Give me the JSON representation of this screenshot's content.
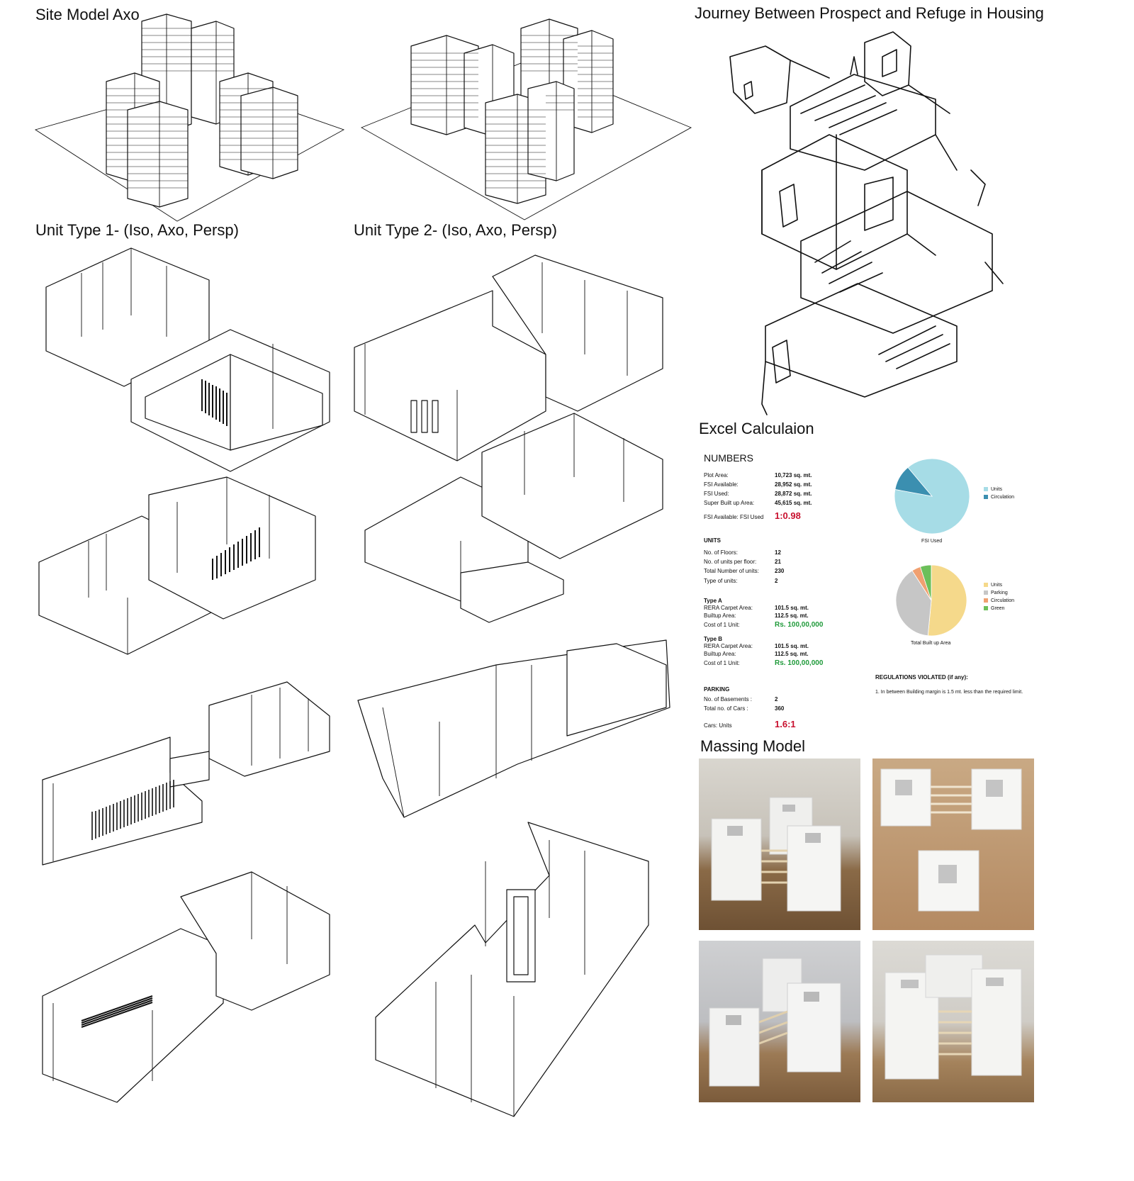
{
  "titles": {
    "site_model": "Site Model Axo",
    "journey": "Journey Between Prospect and Refuge in Housing",
    "unit1": "Unit Type 1- (Iso, Axo, Persp)",
    "unit2": "Unit Type 2- (Iso, Axo, Persp)",
    "excel": "Excel Calculaion",
    "massing": "Massing Model"
  },
  "excel": {
    "numbers_head": "NUMBERS",
    "numbers": [
      {
        "label": "Plot Area:",
        "value": "10,723 sq. mt."
      },
      {
        "label": "FSI Available:",
        "value": "28,952 sq. mt."
      },
      {
        "label": "FSI Used:",
        "value": "28,872 sq. mt."
      },
      {
        "label": "Super Built up Area:",
        "value": "45,615 sq. mt."
      }
    ],
    "fsi_ratio_label": "FSI Available: FSI Used",
    "fsi_ratio_value": "1:0.98",
    "units_head": "UNITS",
    "units": [
      {
        "label": "No. of Floors:",
        "value": "12"
      },
      {
        "label": "No. of units per floor:",
        "value": "21"
      },
      {
        "label": "Total Number of units:",
        "value": "230"
      },
      {
        "label": "Type of units:",
        "value": "2"
      }
    ],
    "type_a": {
      "head": "Type A",
      "rows": [
        {
          "label": "RERA Carpet Area:",
          "value": "101.5 sq. mt."
        },
        {
          "label": "Builtup Area:",
          "value": "112.5 sq. mt."
        }
      ],
      "cost_label": "Cost of 1 Unit:",
      "cost_value": "Rs. 100,00,000"
    },
    "type_b": {
      "head": "Type B",
      "rows": [
        {
          "label": "RERA Carpet Area:",
          "value": "101.5 sq. mt."
        },
        {
          "label": "Builtup Area:",
          "value": "112.5 sq. mt."
        }
      ],
      "cost_label": "Cost of 1 Unit:",
      "cost_value": "Rs. 100,00,000"
    },
    "parking_head": "PARKING",
    "parking": [
      {
        "label": "No. of Basements :",
        "value": "2"
      },
      {
        "label": "Total no. of Cars :",
        "value": "360"
      }
    ],
    "cars_ratio_label": "Cars: Units",
    "cars_ratio_value": "1.6:1",
    "regulations_head": "REGULATIONS VIOLATED (if any):",
    "regulations_text": "1. In between Building margin is 1.5 mt. less than the required limit."
  },
  "chart_data": [
    {
      "type": "pie",
      "title": "FSI Used",
      "labels": [
        "Units",
        "Circulation"
      ],
      "values": [
        89,
        11
      ],
      "colors": [
        "#a6dce6",
        "#3b8fb0"
      ]
    },
    {
      "type": "pie",
      "title": "Total Built up Area",
      "labels": [
        "Units",
        "Parking",
        "Circulation",
        "Green"
      ],
      "values": [
        51,
        39,
        4,
        5
      ],
      "colors": [
        "#f5d98b",
        "#c6c6c6",
        "#f0a070",
        "#6cbf5a"
      ]
    }
  ]
}
